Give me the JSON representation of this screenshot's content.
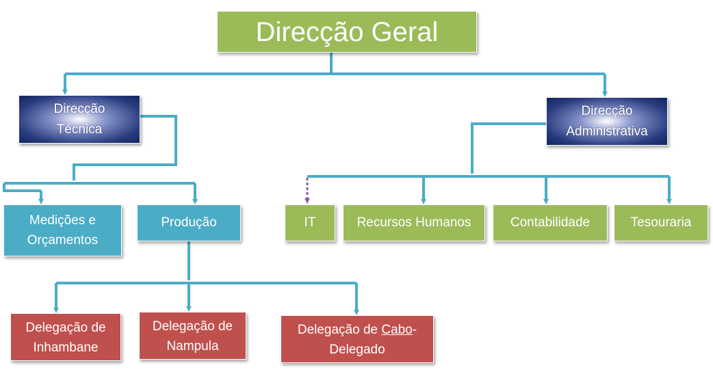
{
  "chart": {
    "title": "Direcção Geral",
    "tecnica": {
      "line1": "Direcção",
      "line2": "Técnica"
    },
    "administrativa": {
      "line1": "Direcção",
      "line2": "Administrativa"
    },
    "medicoes": {
      "line1": "Medições e",
      "line2": "Orçamentos"
    },
    "producao": "Produção",
    "it": "IT",
    "recursos_humanos": "Recursos Humanos",
    "contabilidade": "Contabilidade",
    "tesouraria": "Tesouraria",
    "del_inhambane": {
      "line1": "Delegação de",
      "line2": "Inhambane"
    },
    "del_nampula": {
      "line1": "Delegação de",
      "line2": "Nampula"
    },
    "del_cabo": {
      "line1a": "Delegação de ",
      "line1b": "Cabo",
      "line1c": "-",
      "line2": "Delegado"
    }
  },
  "colors": {
    "connector": "#4bacc6",
    "connector_dotted": "#8064a2",
    "green": "#9bbb59",
    "blue": "#4bacc6",
    "red": "#c0504d",
    "navy": "#14265e"
  }
}
